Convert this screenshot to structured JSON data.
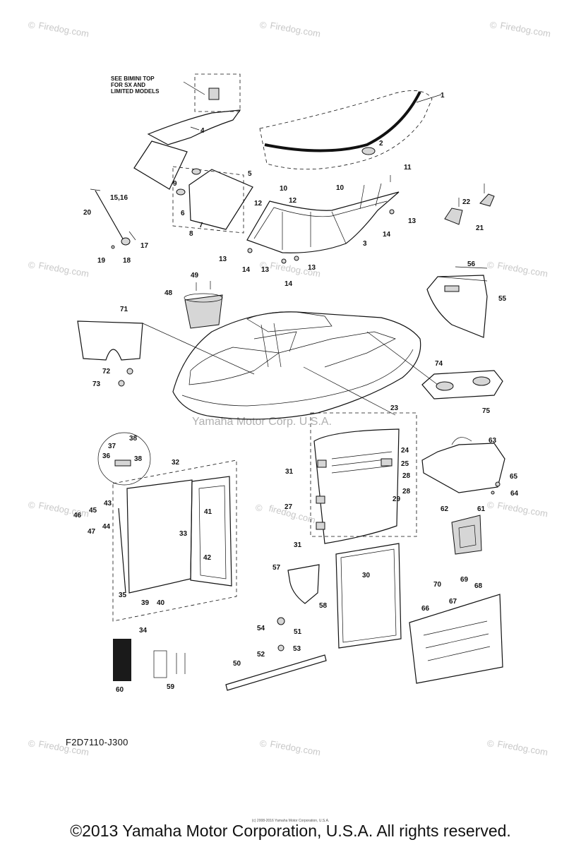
{
  "bimini_note": [
    "SEE BIMINI TOP",
    "FOR SX AND",
    "LIMITED MODELS"
  ],
  "watermark": "Firedog.com",
  "watermark_symbol": "©",
  "embedded_watermark": "Yamaha Motor Corp. U.S.A.",
  "detail_watermark": "firedog.com",
  "part_code": "F2D7110-J300",
  "micro_copyright": "(c) 2008-2016 Yamaha Motor Corporation, U.S.A.",
  "copyright": "©2013 Yamaha Motor Corporation, U.S.A. All rights reserved.",
  "callouts": [
    "1",
    "2",
    "3",
    "4",
    "5",
    "6",
    "7",
    "8",
    "9",
    "10",
    "10",
    "11",
    "12",
    "12",
    "13",
    "13",
    "13",
    "13",
    "14",
    "14",
    "14",
    "15,16",
    "17",
    "18",
    "19",
    "20",
    "21",
    "22",
    "23",
    "24",
    "25",
    "27",
    "28",
    "28",
    "29",
    "30",
    "31",
    "31",
    "32",
    "33",
    "34",
    "35",
    "36",
    "37",
    "38",
    "38",
    "39",
    "40",
    "41",
    "42",
    "43",
    "44",
    "45",
    "46",
    "47",
    "48",
    "49",
    "50",
    "51",
    "52",
    "53",
    "54",
    "55",
    "56",
    "57",
    "58",
    "59",
    "60",
    "61",
    "62",
    "63",
    "64",
    "65",
    "66",
    "67",
    "68",
    "69",
    "70",
    "71",
    "72",
    "73",
    "74",
    "75"
  ]
}
